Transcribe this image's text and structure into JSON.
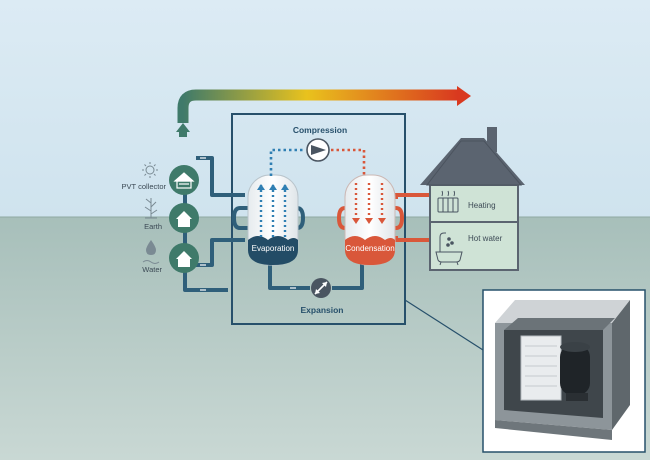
{
  "cycle": {
    "compression_label": "Compression",
    "expansion_label": "Expansion",
    "evaporation_label": "Evaporation",
    "condensation_label": "Condensation"
  },
  "sources": {
    "pvt_label": "PVT collector",
    "earth_label": "Earth",
    "water_label": "Water"
  },
  "house": {
    "heating_label": "Heating",
    "hot_water_label": "Hot water"
  },
  "colors": {
    "sky": "#d6e8f2",
    "ground": "#a9c1bc",
    "pipe_cold": "#2f5f7a",
    "pipe_hot": "#d9573a",
    "source_circle": "#3f7a6a",
    "house_roof": "#5b6470",
    "house_body": "#cfe3d6",
    "gradient_start": "#3f7a6a",
    "gradient_mid": "#f0c21a",
    "gradient_end": "#d9391f"
  },
  "icons": {
    "sun": "sun-icon",
    "tree": "tree-icon",
    "drop": "water-drop-icon",
    "home": "home-icon",
    "compressor": "compressor-icon",
    "expansion_valve": "expansion-valve-icon",
    "radiator": "radiator-icon",
    "bathtub": "bathtub-icon"
  }
}
